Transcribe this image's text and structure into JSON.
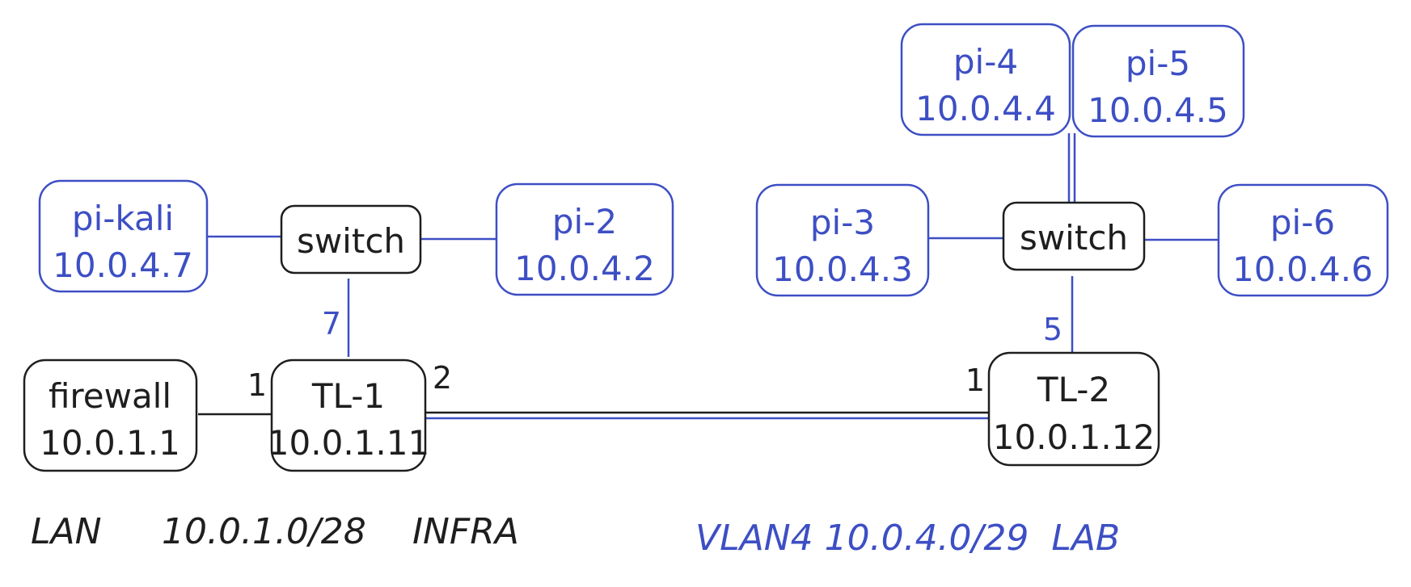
{
  "colors": {
    "infra": "#1e1e1e",
    "lab": "#3d4fc4",
    "background": "#ffffff"
  },
  "nodes": {
    "firewall": {
      "name": "firewall",
      "ip": "10.0.1.1"
    },
    "tl1": {
      "name": "TL-1",
      "ip": "10.0.1.11"
    },
    "tl2": {
      "name": "TL-2",
      "ip": "10.0.1.12"
    },
    "switch_left": {
      "name": "switch"
    },
    "switch_right": {
      "name": "switch"
    },
    "pi_kali": {
      "name": "pi-kali",
      "ip": "10.0.4.7"
    },
    "pi_2": {
      "name": "pi-2",
      "ip": "10.0.4.2"
    },
    "pi_3": {
      "name": "pi-3",
      "ip": "10.0.4.3"
    },
    "pi_4": {
      "name": "pi-4",
      "ip": "10.0.4.4"
    },
    "pi_5": {
      "name": "pi-5",
      "ip": "10.0.4.5"
    },
    "pi_6": {
      "name": "pi-6",
      "ip": "10.0.4.6"
    }
  },
  "ports": {
    "tl1_firewall": "1",
    "tl1_trunk": "2",
    "tl1_switch": "7",
    "tl2_trunk": "1",
    "tl2_switch": "5"
  },
  "footer": {
    "lan_name": "LAN",
    "lan_subnet": "10.0.1.0/28",
    "lan_label": "INFRA",
    "vlan_text": "VLAN4 10.0.4.0/29  LAB"
  }
}
